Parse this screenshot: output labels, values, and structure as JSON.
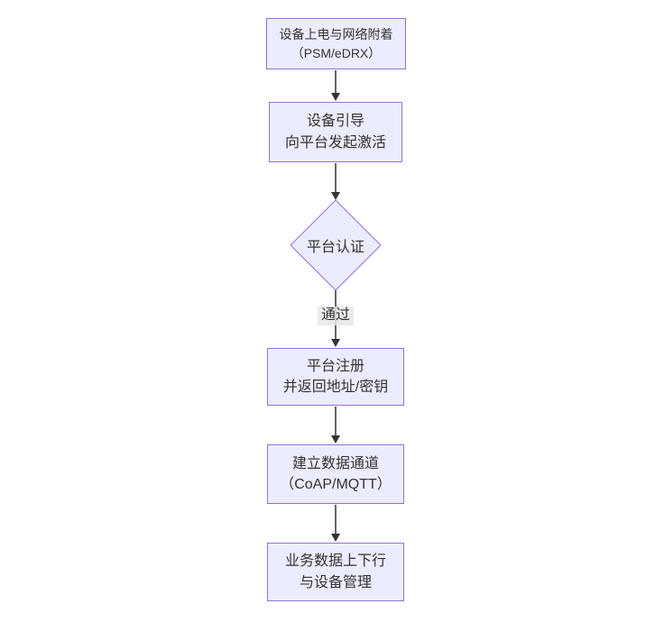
{
  "diagram": {
    "type": "flowchart-vertical",
    "nodes": [
      {
        "shape": "rect",
        "line1": "设备上电与网络附着",
        "line2": "（PSM/eDRX）"
      },
      {
        "shape": "rect",
        "line1": "设备引导",
        "line2": "向平台发起激活"
      },
      {
        "shape": "diamond",
        "line1": "平台认证",
        "line2": ""
      },
      {
        "shape": "rect",
        "line1": "平台注册",
        "line2": "并返回地址/密钥"
      },
      {
        "shape": "rect",
        "line1": "建立数据通道",
        "line2": "（CoAP/MQTT）"
      },
      {
        "shape": "rect",
        "line1": "业务数据上下行",
        "line2": "与设备管理"
      }
    ],
    "edge_labels": {
      "auth_to_register": "通过"
    },
    "colors": {
      "node_fill": "#ECECFF",
      "node_border": "#9370DB",
      "edge_stroke": "#333333",
      "edge_label_bg": "#E8E8E8",
      "text": "#333333",
      "background": "#FFFFFF"
    }
  }
}
